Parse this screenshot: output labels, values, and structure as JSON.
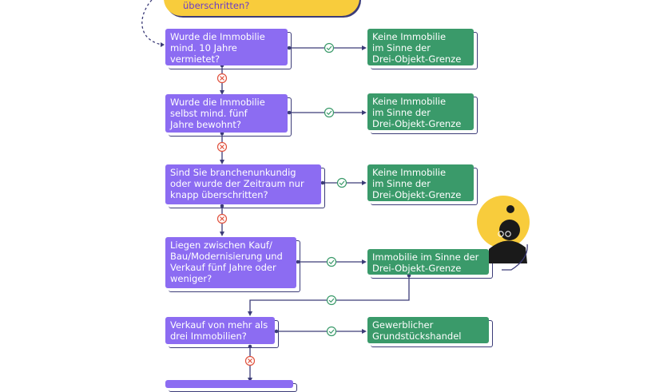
{
  "banner": {
    "text": "überschritten?"
  },
  "questions": [
    {
      "text": "Wurde die Immobilie\nmind. 10 Jahre\nvermietet?"
    },
    {
      "text": "Wurde die Immobilie\nselbst mind. fünf\nJahre bewohnt?"
    },
    {
      "text": "Sind Sie branchenunkundig\noder wurde der Zeitraum nur\nknapp überschritten?"
    },
    {
      "text": "Liegen zwischen Kauf/\nBau/Modernisierung und\nVerkauf fünf Jahre oder\nweniger?"
    },
    {
      "text": "Verkauf von mehr als\ndrei Immobilien?"
    }
  ],
  "results": [
    {
      "text": "Keine Immobilie\nim Sinne der\nDrei-Objekt-Grenze"
    },
    {
      "text": "Keine Immobilie\nim Sinne der\nDrei-Objekt-Grenze"
    },
    {
      "text": "Keine Immobilie\nim Sinne der\nDrei-Objekt-Grenze"
    },
    {
      "text": "Immobilie im Sinne der\nDrei-Objekt-Grenze"
    },
    {
      "text": "Gewerblicher\nGrundstückshandel"
    }
  ],
  "colors": {
    "question": "#8c6cf2",
    "result": "#3a9a6a",
    "line": "#3c3c78",
    "yes": "#3a9a6a",
    "no": "#e0503c",
    "banner": "#f8cc3c"
  },
  "icons": {
    "yes": "check-icon",
    "no": "cross-icon",
    "illustration": "person-with-glasses-icon"
  }
}
